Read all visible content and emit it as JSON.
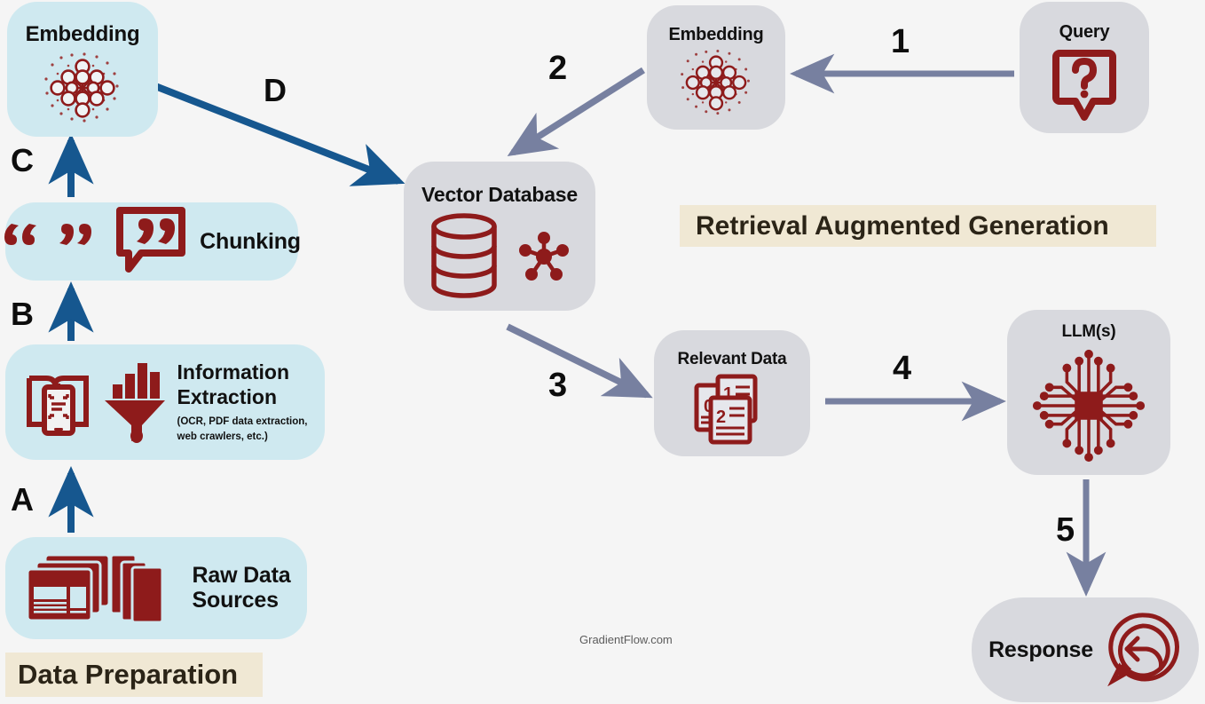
{
  "meta": {
    "watermark": "GradientFlow.com",
    "bg_color": "#f5f5f5"
  },
  "colors": {
    "blue_box": "#cfe9f0",
    "gray_box": "#d8d9de",
    "band_bg": "#f0e8d4",
    "dark_red": "#8e1b1b",
    "dark_blue_arrow": "#16578f",
    "slate_arrow": "#7780a0",
    "text": "#111111"
  },
  "bands": {
    "data_preparation": "Data Preparation",
    "retrieval_augmented_generation": "Retrieval Augmented Generation"
  },
  "nodes": {
    "embedding_doc": {
      "label": "Embedding",
      "icon": "embedding-network-icon"
    },
    "chunking": {
      "label": "Chunking",
      "icon": "quote-bubble-icon"
    },
    "information_extraction": {
      "title_line1": "Information",
      "title_line2": "Extraction",
      "subtitle_line1": "(OCR, PDF data extraction,",
      "subtitle_line2": "web crawlers, etc.)",
      "icon1": "book-scanner-icon",
      "icon2": "funnel-chart-icon"
    },
    "raw_data_sources": {
      "label_line1": "Raw Data",
      "label_line2": "Sources",
      "icon": "documents-stack-icon"
    },
    "vector_database": {
      "label": "Vector Database",
      "icon1": "database-cylinder-icon",
      "icon2": "vector-graph-icon"
    },
    "embedding_query": {
      "label": "Embedding",
      "icon": "embedding-network-icon"
    },
    "query": {
      "label": "Query",
      "icon": "question-bubble-icon"
    },
    "relevant_data": {
      "label": "Relevant Data",
      "icon": "numbered-documents-icon"
    },
    "llm": {
      "label": "LLM(s)",
      "icon": "chip-circuit-icon"
    },
    "response": {
      "label": "Response",
      "icon": "reply-bubble-icon"
    }
  },
  "edges": {
    "a": {
      "label": "A",
      "from": "raw_data_sources",
      "to": "information_extraction",
      "color": "#16578f"
    },
    "b": {
      "label": "B",
      "from": "information_extraction",
      "to": "chunking",
      "color": "#16578f"
    },
    "c": {
      "label": "C",
      "from": "chunking",
      "to": "embedding_doc",
      "color": "#16578f"
    },
    "d": {
      "label": "D",
      "from": "embedding_doc",
      "to": "vector_database",
      "color": "#16578f"
    },
    "1": {
      "label": "1",
      "from": "query",
      "to": "embedding_query",
      "color": "#7780a0"
    },
    "2": {
      "label": "2",
      "from": "embedding_query",
      "to": "vector_database",
      "color": "#7780a0"
    },
    "3": {
      "label": "3",
      "from": "vector_database",
      "to": "relevant_data",
      "color": "#7780a0"
    },
    "4": {
      "label": "4",
      "from": "relevant_data",
      "to": "llm",
      "color": "#7780a0"
    },
    "5": {
      "label": "5",
      "from": "llm",
      "to": "response",
      "color": "#7780a0"
    }
  }
}
